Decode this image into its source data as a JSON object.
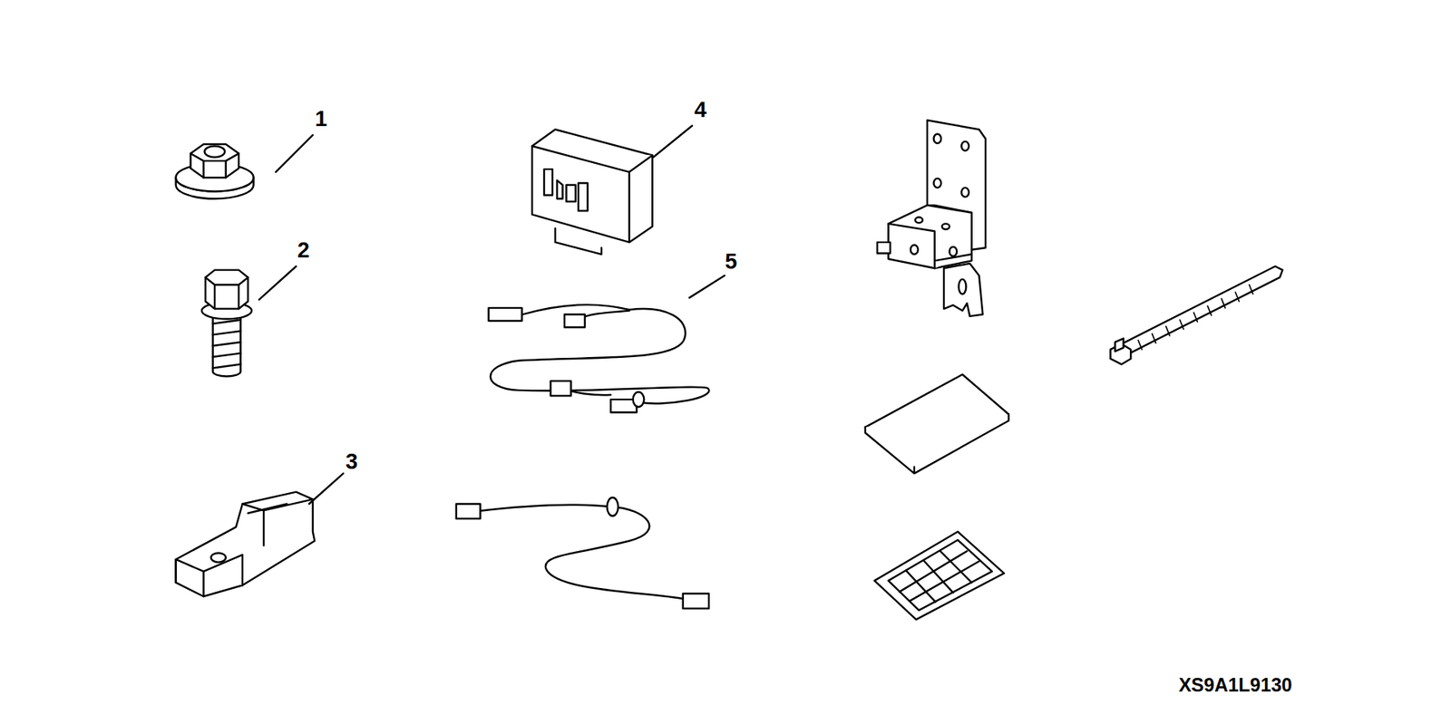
{
  "diagram": {
    "labels": [
      "1",
      "2",
      "3",
      "4",
      "5",
      "XS9A1L9130"
    ]
  }
}
